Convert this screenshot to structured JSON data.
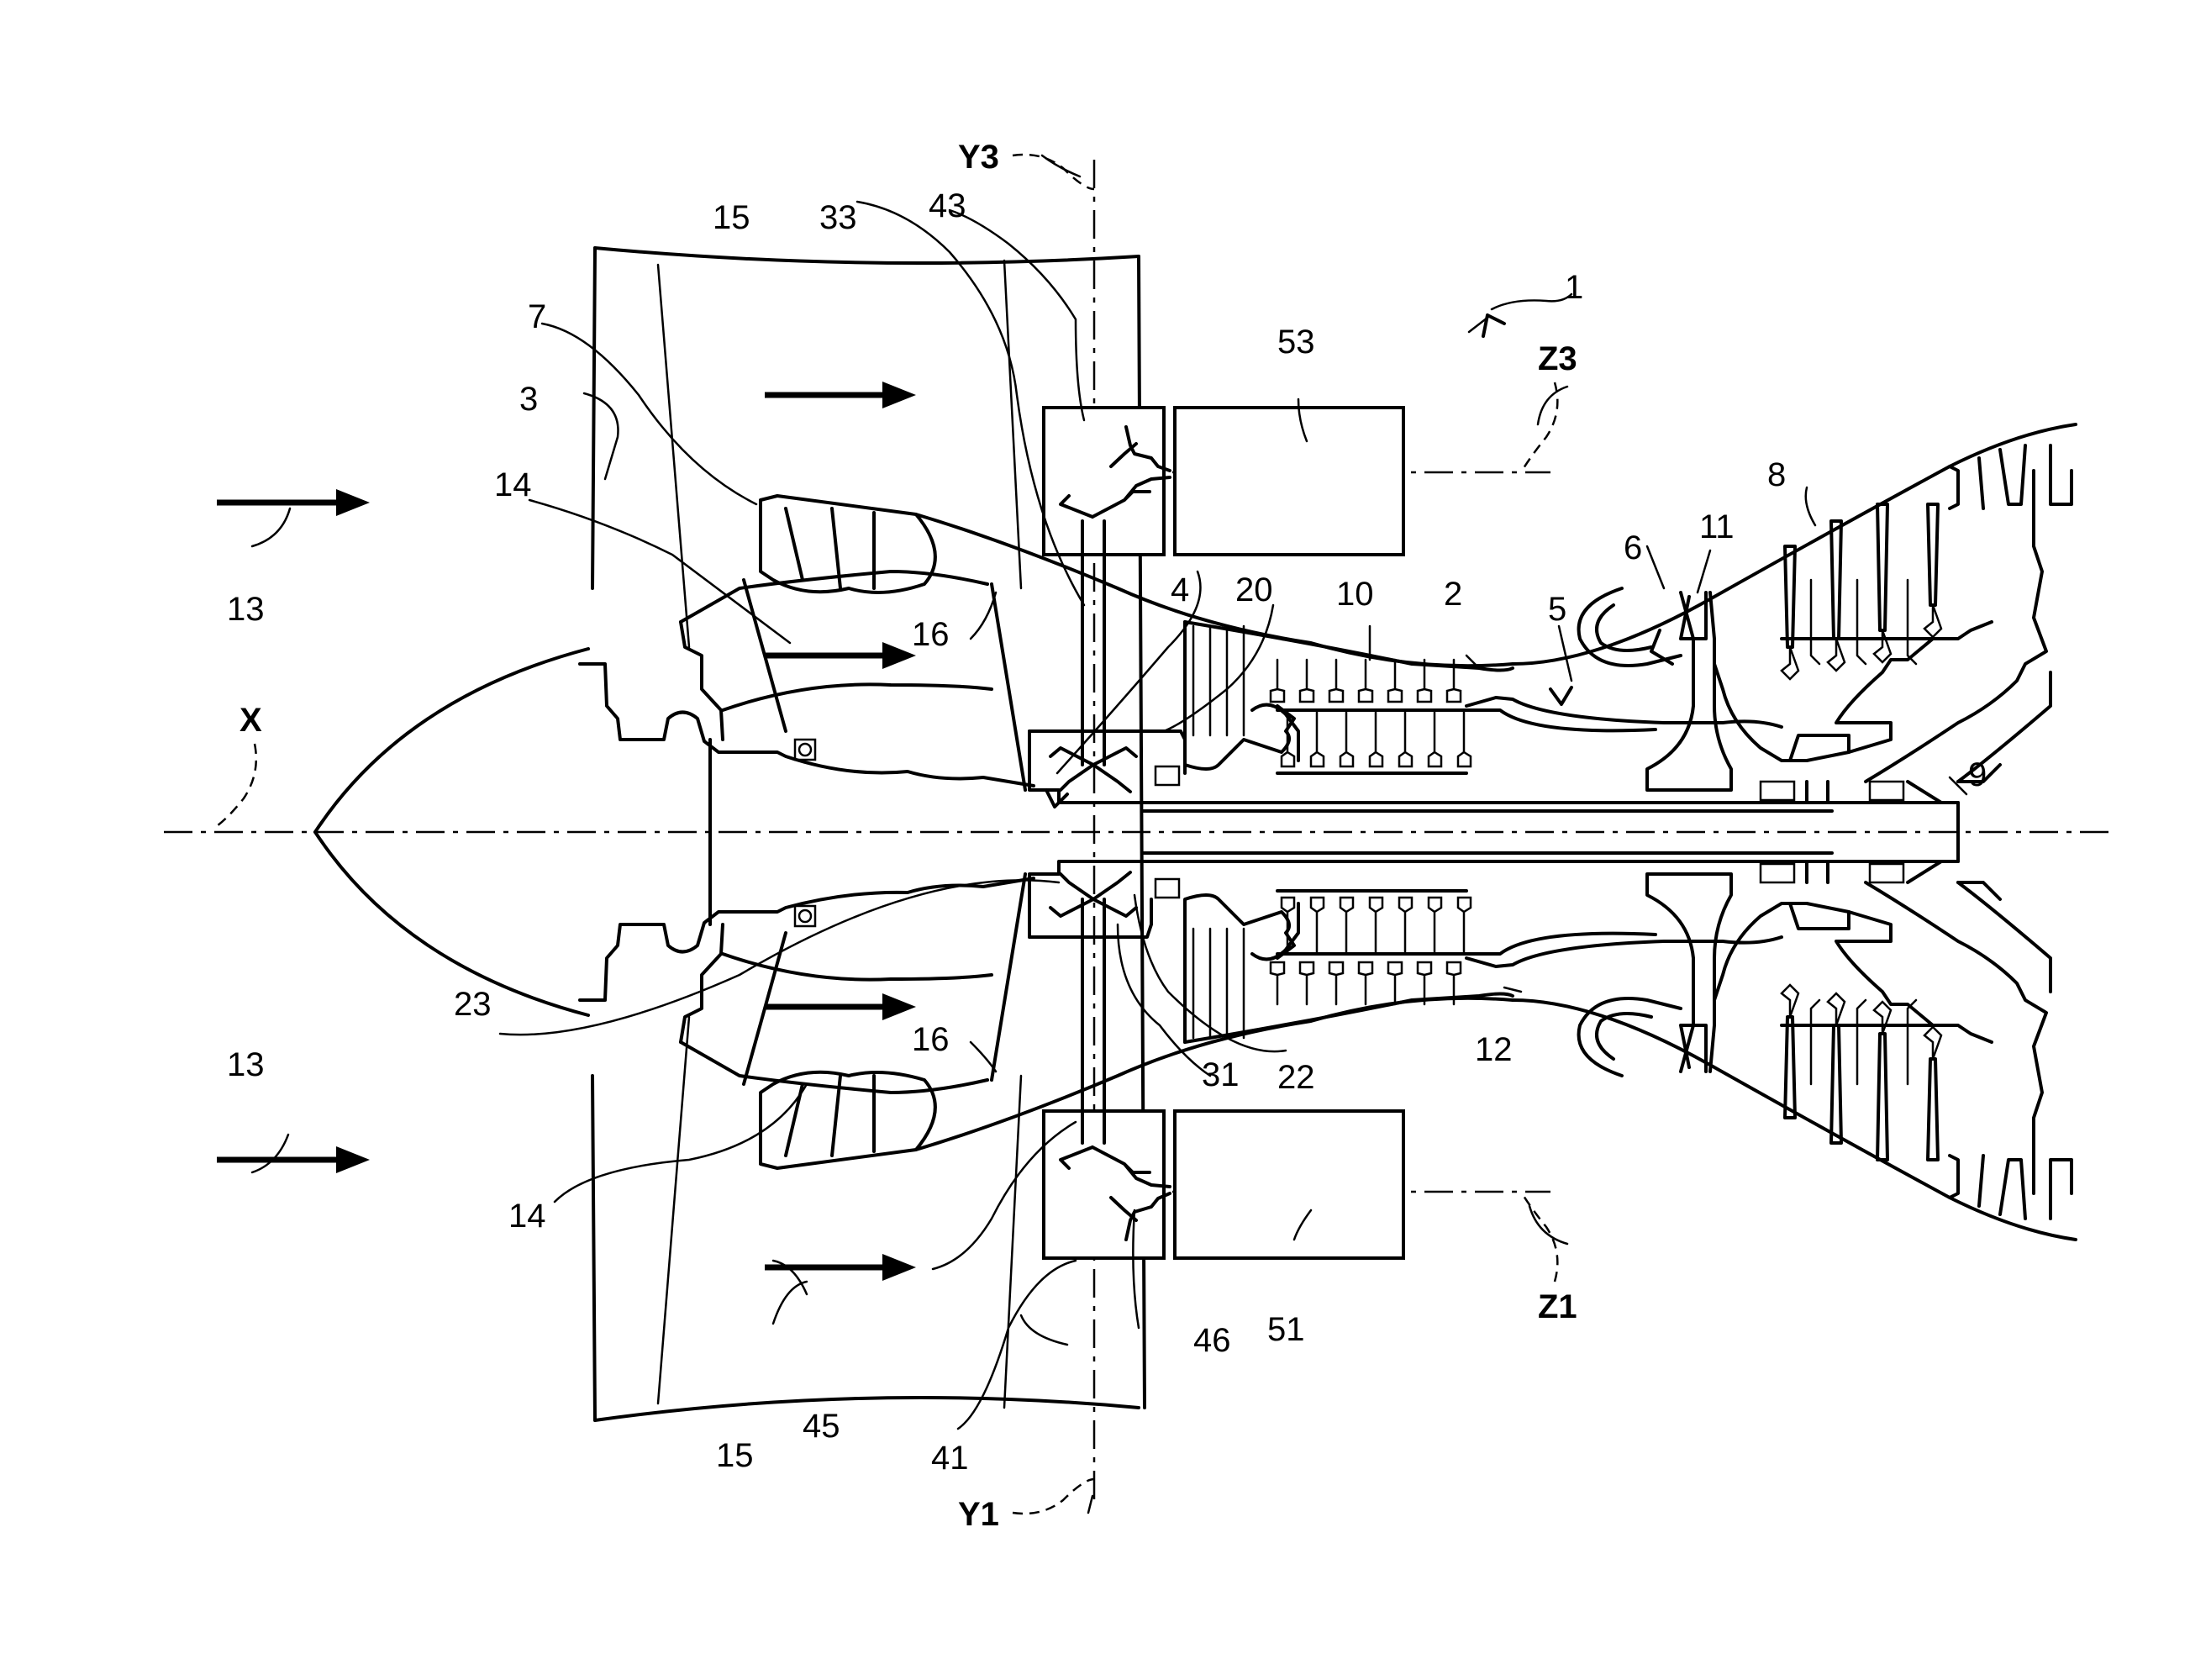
{
  "labels": {
    "l1": "1",
    "l2": "2",
    "l3": "3",
    "l4": "4",
    "l5": "5",
    "l6": "6",
    "l7": "7",
    "l8": "8",
    "l9": "9",
    "l10": "10",
    "l11": "11",
    "l12": "12",
    "l13_top": "13",
    "l13_bottom": "13",
    "l14_top": "14",
    "l14_bottom": "14",
    "l15_top": "15",
    "l15_bottom": "15",
    "l16_top": "16",
    "l16_bottom": "16",
    "l20": "20",
    "l22": "22",
    "l23": "23",
    "l31": "31",
    "l33": "33",
    "l41": "41",
    "l43": "43",
    "l45": "45",
    "l46": "46",
    "l51": "51",
    "l53": "53"
  },
  "axes": {
    "x": "X",
    "y1": "Y1",
    "y3": "Y3",
    "z1": "Z1",
    "z3": "Z3"
  }
}
